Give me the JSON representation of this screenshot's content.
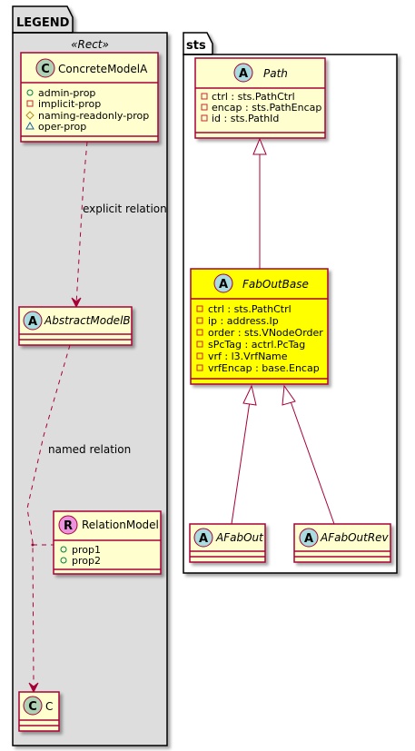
{
  "packages": {
    "legend": {
      "title": "LEGEND",
      "stereotype": "«Rect»"
    },
    "sts": {
      "title": "sts"
    }
  },
  "legend": {
    "concrete": {
      "badge": "C",
      "name": "ConcreteModelA",
      "fields": [
        "admin-prop",
        "implicit-prop",
        "naming-readonly-prop",
        "oper-prop"
      ]
    },
    "abstract": {
      "badge": "A",
      "name": "AbstractModelB"
    },
    "relation": {
      "badge": "R",
      "name": "RelationModel",
      "fields": [
        "prop1",
        "prop2"
      ]
    },
    "c": {
      "badge": "C",
      "name": "C"
    },
    "explicit_label": "explicit relation",
    "named_label": "named relation"
  },
  "sts": {
    "path": {
      "badge": "A",
      "name": "Path",
      "fields": [
        "ctrl : sts.PathCtrl",
        "encap : sts.PathEncap",
        "id : sts.PathId"
      ]
    },
    "fabout_base": {
      "badge": "A",
      "name": "FabOutBase",
      "fields": [
        "ctrl : sts.PathCtrl",
        "ip : address.Ip",
        "order : sts.VNodeOrder",
        "sPcTag : actrl.PcTag",
        "vrf : l3.VrfName",
        "vrfEncap : base.Encap"
      ]
    },
    "afabout": {
      "badge": "A",
      "name": "AFabOut"
    },
    "afaboutrev": {
      "badge": "A",
      "name": "AFabOutRev"
    }
  },
  "colors": {
    "class_fill": "#FEFECE",
    "class_border": "#A80036",
    "highlight_fill": "#FFFF00",
    "package_fill": "#DDDDDD",
    "badge_concrete": "#ADD1B2",
    "badge_abstract": "#A9DCDF",
    "badge_relation": "#EB93DF"
  }
}
